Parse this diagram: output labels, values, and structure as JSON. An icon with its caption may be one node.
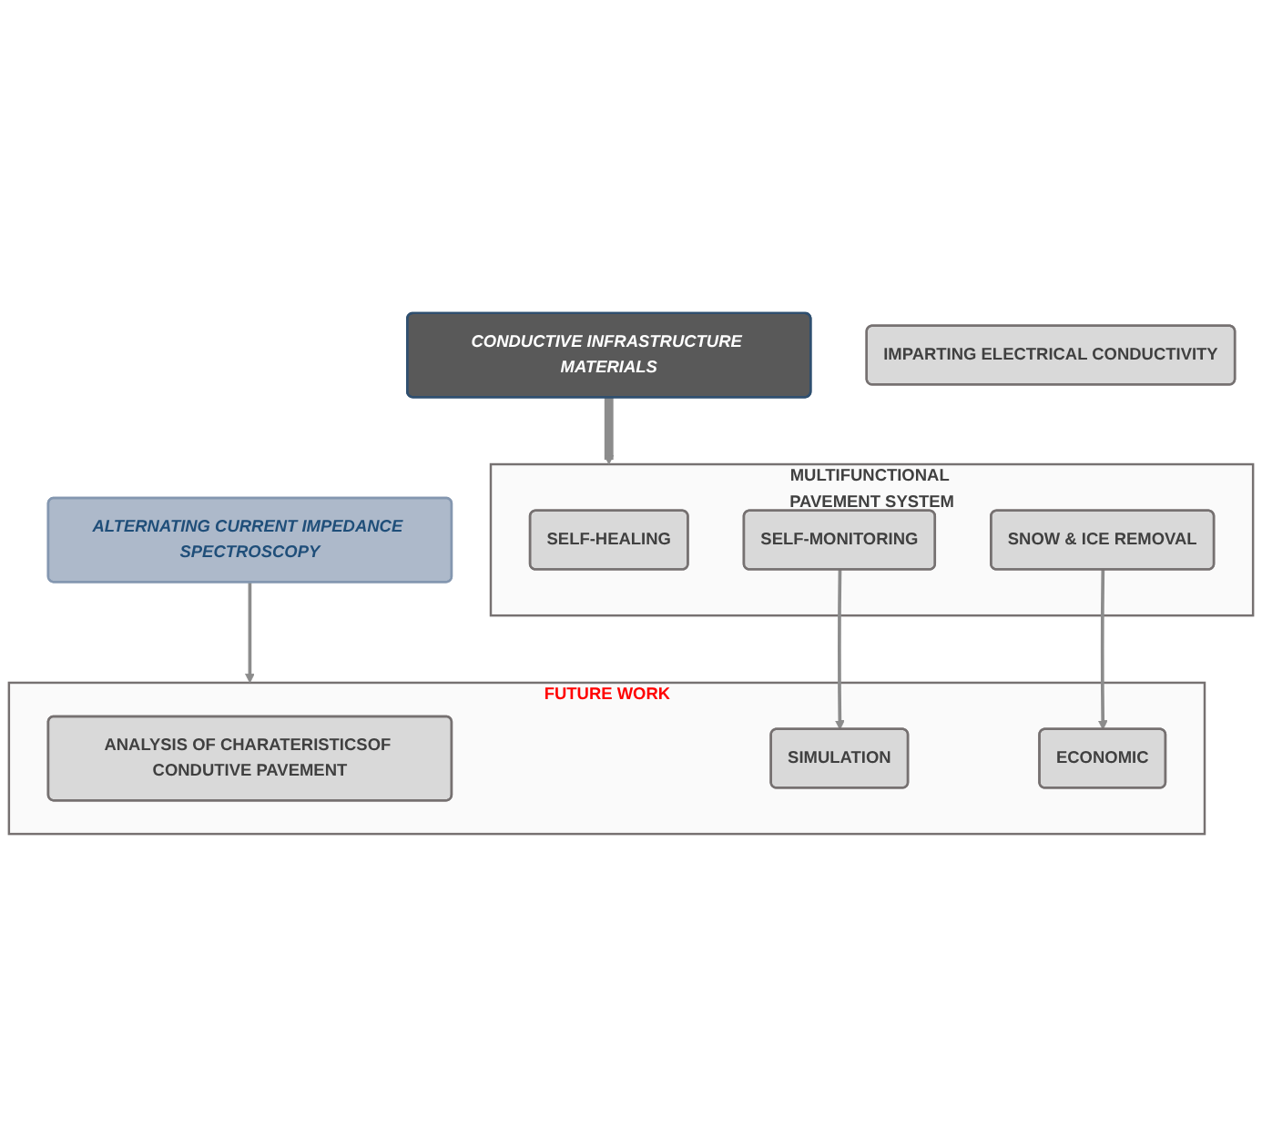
{
  "diagram": {
    "nodes": [
      {
        "text": [
          "CONDUCTIVE INFRASTRUCTURE MATERIALS"
        ]
      },
      {
        "text": [
          "IMPARTING ELECTRICAL CONDUCTIVITY"
        ]
      },
      {
        "text": [
          "ALTERNATING CURRENT IMPEDANCE SPECTROSCOPY"
        ]
      },
      {
        "text": [
          "MULTIFUNCTIONAL PAVEMENT SYSTEM"
        ]
      },
      {
        "text": [
          "SELF-HEALING"
        ],
        "in": 3
      },
      {
        "text": [
          "SELF-MONITORING"
        ],
        "in": 3
      },
      {
        "text": [
          "SNOW & ICE REMOVAL"
        ],
        "in": 3
      },
      {
        "text": [
          "FUTURE WORK"
        ]
      },
      {
        "text": [
          "ANALYSIS OF CHARATERISTICSOF CONDUTIVE PAVEMENT"
        ],
        "in": 7
      },
      {
        "text": [
          "SIMULATION"
        ],
        "in": 7
      },
      {
        "text": [
          "ECONOMIC"
        ],
        "in": 7
      }
    ],
    "edges": [
      {
        "from": 0,
        "to": 3,
        "arrow": "to",
        "style": "thick"
      },
      {
        "from": 2,
        "to": 7,
        "arrow": "to"
      },
      {
        "from": 5,
        "to": 9,
        "arrow": "to"
      },
      {
        "from": 6,
        "to": 10,
        "arrow": "to"
      }
    ]
  }
}
